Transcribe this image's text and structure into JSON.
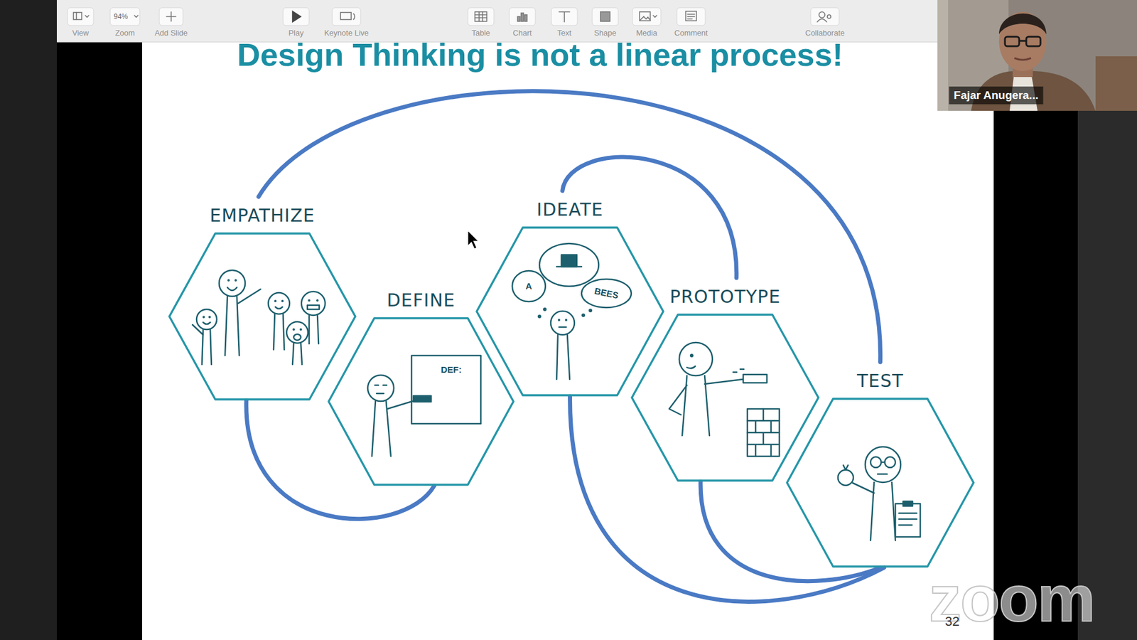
{
  "diagram": {
    "title": "Design Thinking is not a linear process!",
    "nodes": [
      {
        "text": [
          "EMPATHIZE"
        ]
      },
      {
        "text": [
          "DEFINE",
          "DEF:"
        ]
      },
      {
        "text": [
          "IDEATE",
          "A",
          "BEES"
        ]
      },
      {
        "text": [
          "PROTOTYPE"
        ]
      },
      {
        "text": [
          "TEST"
        ]
      }
    ],
    "edges": [
      {
        "from": 0,
        "to": 4,
        "arrow": "none"
      },
      {
        "from": 2,
        "to": 3,
        "arrow": "none"
      },
      {
        "from": 0,
        "to": 1,
        "arrow": "none"
      },
      {
        "from": 2,
        "to": 4,
        "arrow": "none"
      },
      {
        "from": 3,
        "to": 4,
        "arrow": "none"
      }
    ],
    "labels": [
      "View",
      "94%",
      "Zoom",
      "Add Slide",
      "Play",
      "Keynote Live",
      "Table",
      "Chart",
      "Text",
      "Shape",
      "Media",
      "Comment",
      "Collaborate",
      "Fajar Anugera...",
      "zoom",
      "32"
    ]
  }
}
